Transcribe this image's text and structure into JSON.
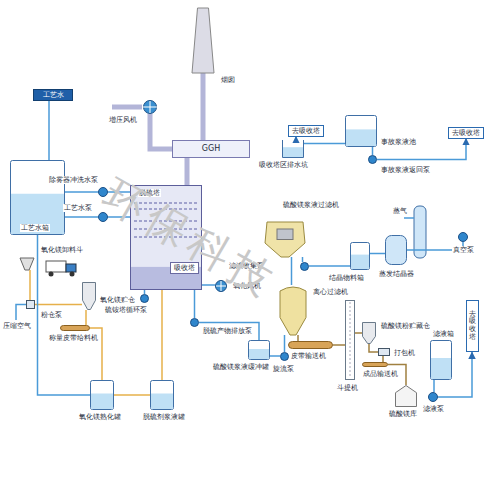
{
  "diagram": {
    "nodes": [
      {
        "text": [
          "工艺水"
        ]
      },
      {
        "text": [
          "工艺水箱"
        ]
      },
      {
        "text": [
          "除雾器冲洗水泵"
        ]
      },
      {
        "text": [
          "工艺水泵"
        ]
      },
      {
        "text": [
          "增压风机"
        ]
      },
      {
        "text": [
          "烟囱"
        ]
      },
      {
        "text": [
          "GGH"
        ]
      },
      {
        "text": [
          "脱硫塔"
        ]
      },
      {
        "text": [
          "吸收塔"
        ],
        "in": 7
      },
      {
        "text": [
          "硫铵塔循环泵"
        ]
      },
      {
        "text": [
          "氧化风机"
        ]
      },
      {
        "text": [
          "脱硫产物排放泵"
        ]
      },
      {
        "text": [
          "硫酸镁浆液缓冲罐"
        ]
      },
      {
        "text": [
          "旋流泵"
        ]
      },
      {
        "text": [
          "去吸收塔"
        ]
      },
      {
        "text": [
          "吸收塔区排水坑"
        ]
      },
      {
        "text": [
          "事故浆液池"
        ]
      },
      {
        "text": [
          "事故浆液返回泵"
        ]
      },
      {
        "text": [
          "去吸收塔"
        ]
      },
      {
        "text": [
          "硫酸镁浆液过滤机"
        ]
      },
      {
        "text": [
          "滤液收集泵"
        ]
      },
      {
        "text": [
          "结晶物料箱"
        ]
      },
      {
        "text": [
          "蒸发结晶器"
        ]
      },
      {
        "text": [
          "真空泵"
        ]
      },
      {
        "text": [
          "离心过滤机"
        ]
      },
      {
        "text": [
          "皮带输送机"
        ]
      },
      {
        "text": [
          "斗提机"
        ]
      },
      {
        "text": [
          "硫酸镁粉贮藏仓"
        ]
      },
      {
        "text": [
          "打包机"
        ]
      },
      {
        "text": [
          "成品输送机"
        ]
      },
      {
        "text": [
          "硫酸镁库"
        ]
      },
      {
        "text": [
          "滤液箱"
        ]
      },
      {
        "text": [
          "滤液泵"
        ]
      },
      {
        "text": [
          "去吸收塔"
        ]
      },
      {
        "text": [
          "氧化镁卸料斗"
        ]
      },
      {
        "text": [
          "氧化镁贮仓"
        ]
      },
      {
        "text": [
          "粉仓泵"
        ]
      },
      {
        "text": [
          "称量皮带给料机"
        ]
      },
      {
        "text": [
          "氧化镁熟化罐"
        ]
      },
      {
        "text": [
          "脱硫剂浆液罐"
        ]
      }
    ],
    "edges": [
      {
        "from": 0,
        "to": 1,
        "arrow": "none"
      },
      {
        "from": 1,
        "to": 2,
        "arrow": "none"
      },
      {
        "from": 1,
        "to": 3,
        "arrow": "none"
      },
      {
        "from": 2,
        "to": 7,
        "arrow": "none"
      },
      {
        "from": 3,
        "to": 7,
        "arrow": "none"
      },
      {
        "from": 4,
        "to": 6,
        "arrow": "none"
      },
      {
        "from": 6,
        "to": 5,
        "arrow": "none"
      },
      {
        "from": 6,
        "to": 7,
        "arrow": "none"
      },
      {
        "from": 7,
        "to": 9,
        "arrow": "none"
      },
      {
        "from": 10,
        "to": 7,
        "arrow": "none"
      },
      {
        "from": 7,
        "to": 11,
        "arrow": "none"
      },
      {
        "from": 11,
        "to": 12,
        "arrow": "none"
      },
      {
        "from": 12,
        "to": 13,
        "arrow": "none"
      },
      {
        "from": 13,
        "to": 24,
        "arrow": "none"
      },
      {
        "from": 19,
        "to": 20,
        "arrow": "none"
      },
      {
        "from": 20,
        "to": 21,
        "arrow": "none"
      },
      {
        "from": 21,
        "to": 22,
        "arrow": "none"
      },
      {
        "from": 22,
        "to": 23,
        "arrow": "none"
      },
      {
        "from": 19,
        "to": 24,
        "arrow": "none"
      },
      {
        "from": 24,
        "to": 25,
        "arrow": "none"
      },
      {
        "from": 25,
        "to": 26,
        "arrow": "none"
      },
      {
        "from": 26,
        "to": 27,
        "arrow": "none"
      },
      {
        "from": 27,
        "to": 28,
        "arrow": "none"
      },
      {
        "from": 28,
        "to": 29,
        "arrow": "none"
      },
      {
        "from": 29,
        "to": 30,
        "arrow": "none"
      },
      {
        "from": 31,
        "to": 32,
        "arrow": "none"
      },
      {
        "from": 32,
        "to": 33,
        "arrow": "to"
      },
      {
        "from": 16,
        "to": 17,
        "arrow": "none"
      },
      {
        "from": 17,
        "to": 18,
        "arrow": "to"
      },
      {
        "from": 15,
        "to": 14,
        "arrow": "to"
      },
      {
        "from": 15,
        "to": 16,
        "arrow": "none"
      },
      {
        "from": 35,
        "to": 37,
        "arrow": "none"
      },
      {
        "from": 34,
        "to": 36,
        "arrow": "none"
      },
      {
        "from": 36,
        "to": 35,
        "arrow": "none"
      },
      {
        "from": 37,
        "to": 38,
        "arrow": "none"
      },
      {
        "from": 38,
        "to": 39,
        "arrow": "none"
      },
      {
        "from": 39,
        "to": 7,
        "arrow": "none"
      },
      {
        "from": 1,
        "to": 38,
        "arrow": "none"
      }
    ],
    "labels": [
      "压缩空气",
      "蒸气",
      "环保科技"
    ]
  }
}
